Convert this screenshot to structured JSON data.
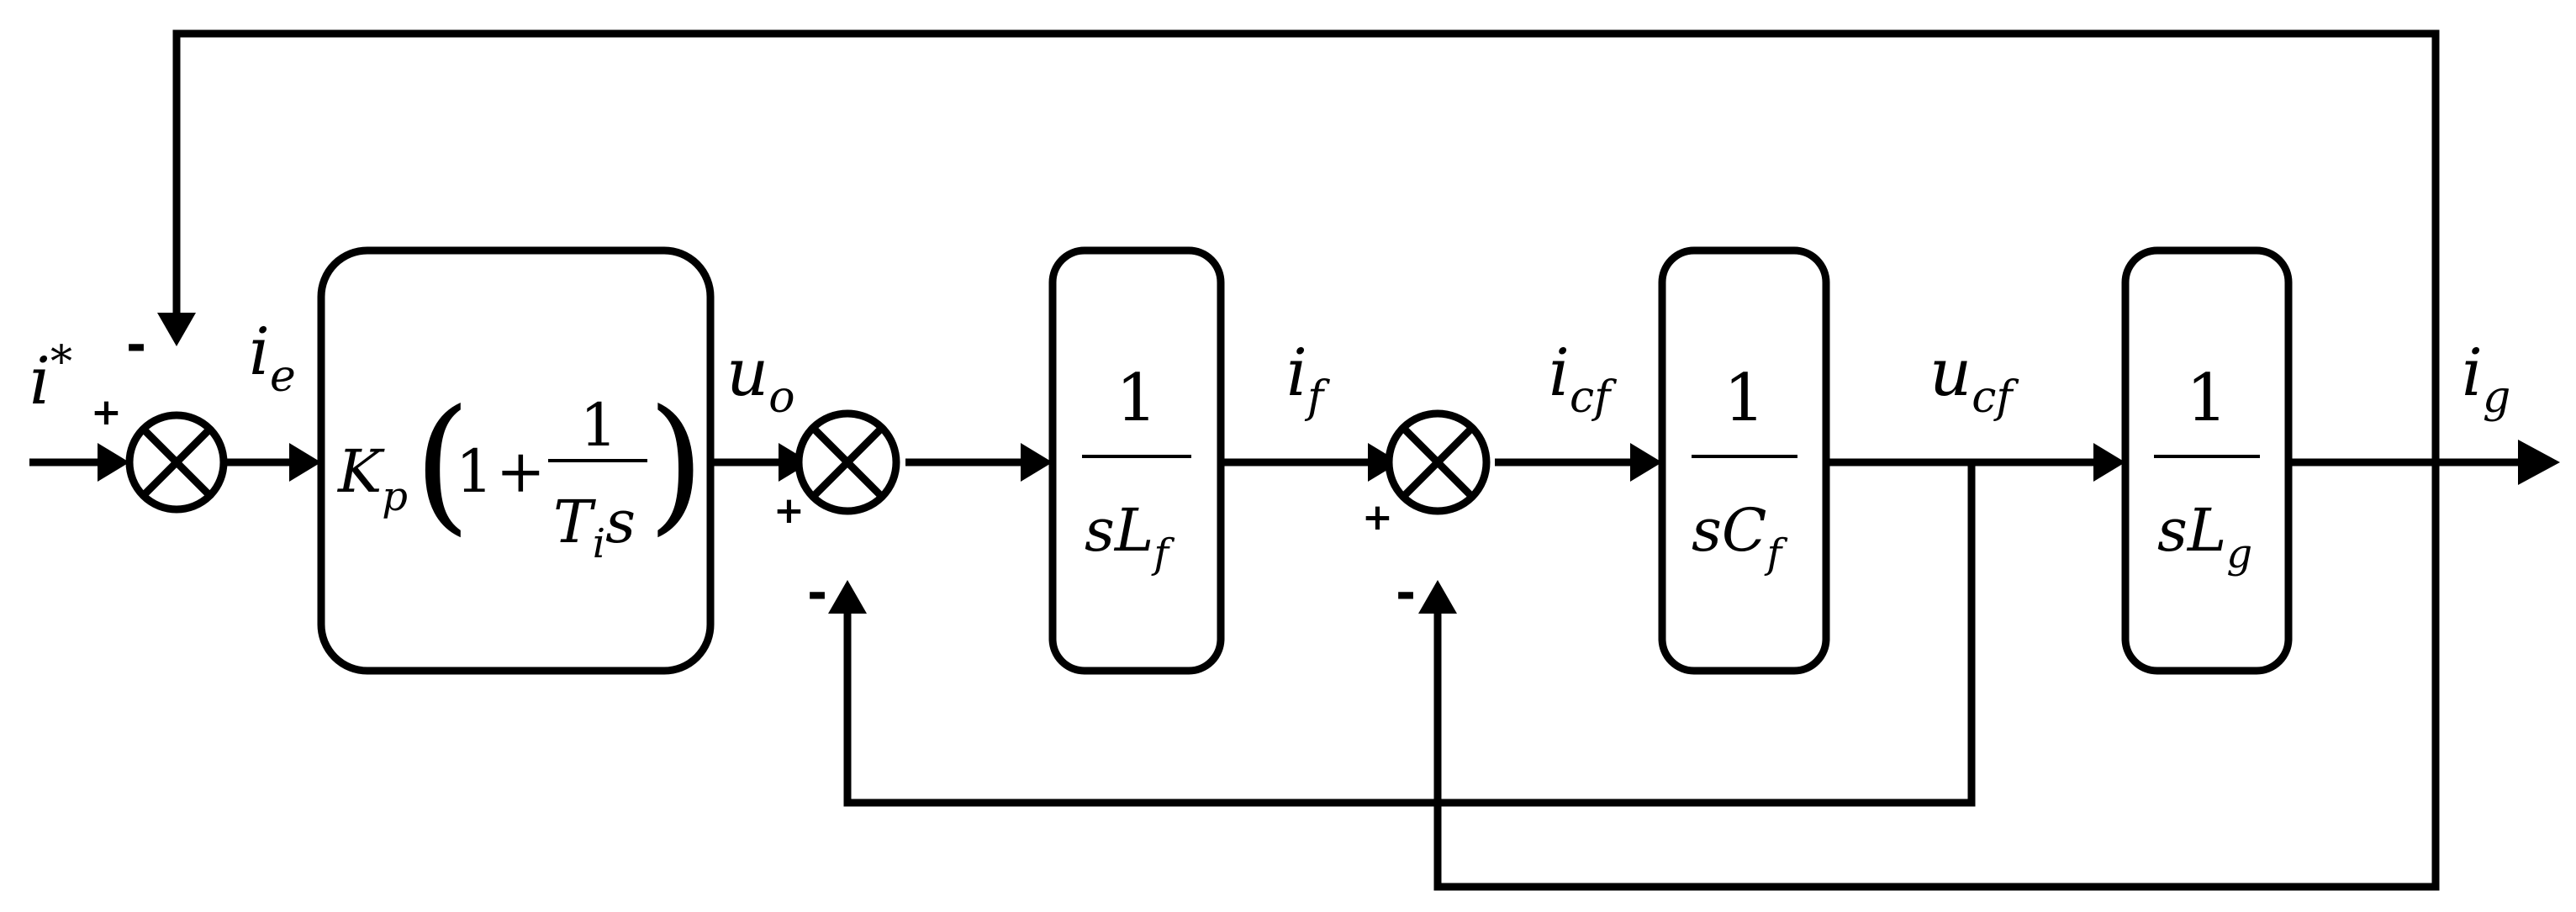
{
  "signals": {
    "reference": {
      "base": "i",
      "sup": "*"
    },
    "error": {
      "base": "i",
      "sub": "e"
    },
    "controller_out": {
      "base": "u",
      "sub": "o"
    },
    "filter_current": {
      "base": "i",
      "sub": "f"
    },
    "cap_current": {
      "base": "i",
      "sub": "cf"
    },
    "cap_voltage": {
      "base": "u",
      "sub": "cf"
    },
    "grid_current": {
      "base": "i",
      "sub": "g"
    }
  },
  "blocks": {
    "pi": {
      "gain": "K",
      "gain_sub": "p",
      "one": "1",
      "plus": "+",
      "num": "1",
      "den": "T",
      "den_sub": "i",
      "den_tail": "s",
      "lparen": "(",
      "rparen": ")"
    },
    "lf": {
      "num": "1",
      "den": "sL",
      "den_sub": "f"
    },
    "cf": {
      "num": "1",
      "den": "sC",
      "den_sub": "f"
    },
    "lg": {
      "num": "1",
      "den": "sL",
      "den_sub": "g"
    }
  },
  "signs": {
    "sum1_plus": "+",
    "sum1_minus": "-",
    "sum2_plus": "+",
    "sum2_minus": "-",
    "sum3_plus": "+",
    "sum3_minus": "-"
  }
}
